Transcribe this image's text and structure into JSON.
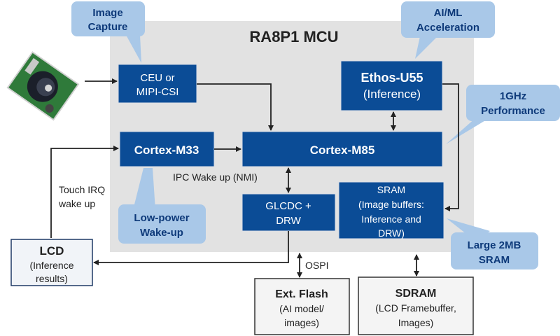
{
  "diagram": {
    "title": "RA8P1 MCU",
    "blocks": {
      "ceu": {
        "line1": "CEU or",
        "line2": "MIPI-CSI"
      },
      "ethos": {
        "line1": "Ethos-U55",
        "line2": "(Inference)"
      },
      "m33": {
        "label": "Cortex-M33"
      },
      "m85": {
        "label": "Cortex-M85"
      },
      "glcdc": {
        "line1": "GLCDC +",
        "line2": "DRW"
      },
      "sram": {
        "line1": "SRAM",
        "line2": "(Image buffers:",
        "line3": "Inference and",
        "line4": "DRW)"
      }
    },
    "external": {
      "lcd": {
        "title": "LCD",
        "line1": "(Inference",
        "line2": "results)"
      },
      "flash": {
        "title": "Ext. Flash",
        "line1": "(AI model/",
        "line2": "images)"
      },
      "sdram": {
        "title": "SDRAM",
        "line1": "(LCD Framebuffer,",
        "line2": "Images)"
      },
      "camera": {
        "icon": "camera-module-icon"
      }
    },
    "callouts": {
      "image_capture": {
        "line1": "Image",
        "line2": "Capture"
      },
      "aiml": {
        "line1": "AI/ML",
        "line2": "Acceleration"
      },
      "ghz": {
        "line1": "1GHz",
        "line2": "Performance"
      },
      "lowpower": {
        "line1": "Low-power",
        "line2": "Wake-up"
      },
      "sram2mb": {
        "line1": "Large 2MB",
        "line2": "SRAM"
      }
    },
    "labels": {
      "ipc": "IPC Wake up (NMI)",
      "touch1": "Touch IRQ",
      "touch2": "wake up",
      "ospi": "OSPI"
    },
    "colors": {
      "block_blue": "#0b4c96",
      "callout_blue": "#a9c8e8",
      "callout_text": "#0e3a7a",
      "mcu_background": "#e2e2e2"
    }
  }
}
